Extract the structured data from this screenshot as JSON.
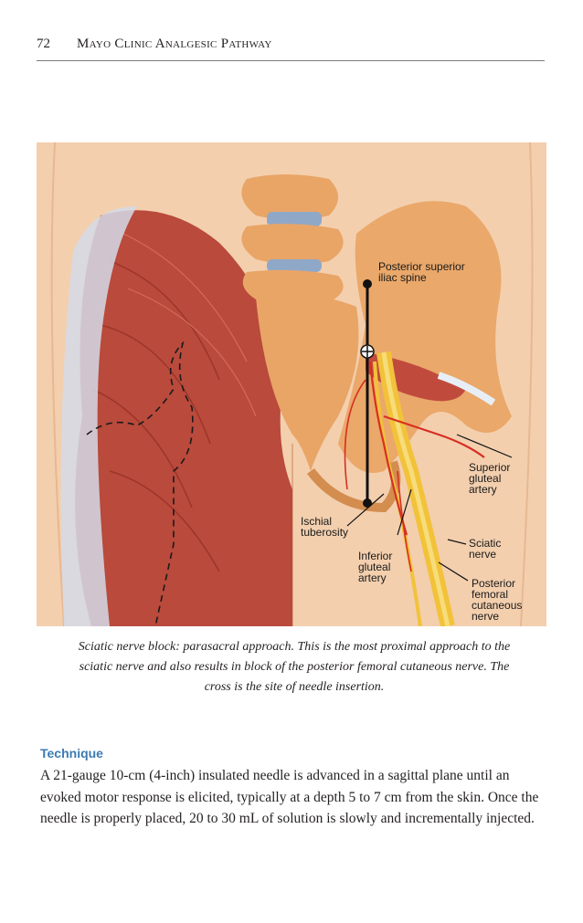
{
  "header": {
    "page_number": "72",
    "running_title": "Mayo Clinic Analgesic Pathway"
  },
  "figure": {
    "labels": {
      "posterior_superior_iliac_spine": "Posterior superior\niliac spine",
      "superior_gluteal_artery": "Superior\ngluteal\nartery",
      "ischial_tuberosity": "Ischial\ntuberosity",
      "sciatic_nerve": "Sciatic\nnerve",
      "inferior_gluteal_artery": "Inferior\ngluteal\nartery",
      "posterior_femoral_cutaneous_nerve": "Posterior\nfemoral\ncutaneous\nnerve"
    }
  },
  "caption": "Sciatic nerve block:  parasacral approach.  This is the most proximal approach to the sciatic nerve and also results in block of the posterior femoral cutaneous nerve.  The cross is the site of needle insertion.",
  "technique": {
    "heading": "Technique",
    "body": "A 21-gauge 10-cm (4-inch) insulated needle is advanced in a sagittal plane until an evoked motor response is elicited, typically at a depth 5 to 7 cm from the skin. Once the needle is properly placed, 20 to 30 mL of solution is slowly and incrementally injected."
  },
  "colors": {
    "section_heading": "#3b7bb3",
    "muscle": "#b94a3c",
    "bone": "#e9a566",
    "nerve": "#f2c23a",
    "skin": "#f3cfae"
  }
}
